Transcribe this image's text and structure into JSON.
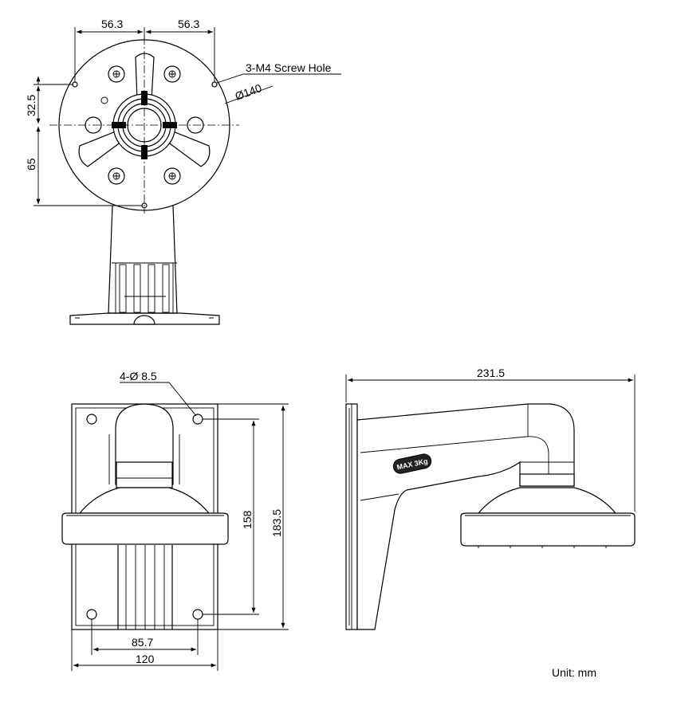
{
  "top_view": {
    "dim_left_width": "56.3",
    "dim_right_width": "56.3",
    "dim_upper_height": "32.5",
    "dim_lower_height": "65",
    "screw_hole_label": "3-M4 Screw Hole",
    "diameter_label": "Ø140"
  },
  "front_view": {
    "hole_label": "4-Ø 8.5",
    "dim_hole_spacing_vertical": "158",
    "dim_total_height": "183.5",
    "dim_hole_spacing_horizontal": "85.7",
    "dim_plate_width": "120"
  },
  "side_view": {
    "dim_total_length": "231.5",
    "badge_text": "MAX 3Kg"
  },
  "unit_label": "Unit: mm"
}
